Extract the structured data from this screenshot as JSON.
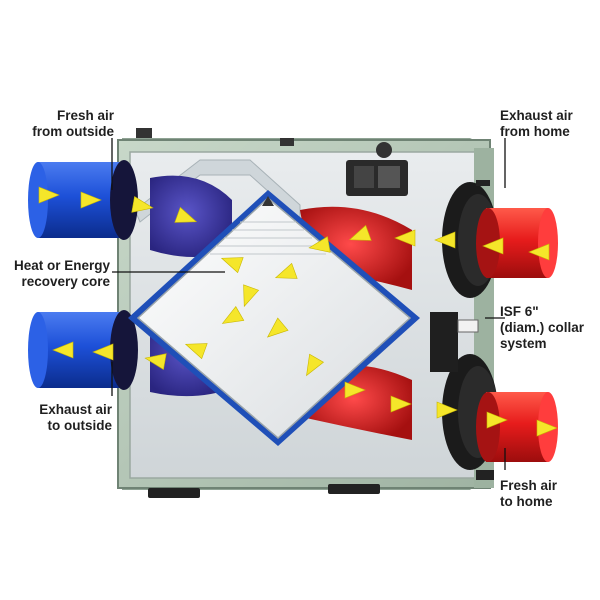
{
  "labels": {
    "fresh_air_outside": [
      "Fresh air",
      "from outside"
    ],
    "exhaust_air_home": [
      "Exhaust air",
      "from home"
    ],
    "recovery_core": [
      "Heat or Energy",
      "recovery core"
    ],
    "collar_system": [
      "ISF 6\"",
      "(diam.) collar",
      "system"
    ],
    "exhaust_air_outside": [
      "Exhaust air",
      "to outside"
    ],
    "fresh_air_home": [
      "Fresh air",
      "to home"
    ]
  },
  "colors": {
    "fresh_air": "#1b4fd6",
    "exhaust_air": "#e51b1b",
    "arrow": "#f5e62a",
    "cabinet": "#b8c9bb",
    "core": "#eef0f2"
  },
  "icons": {
    "airflow": "airflow-arrow-icon"
  }
}
